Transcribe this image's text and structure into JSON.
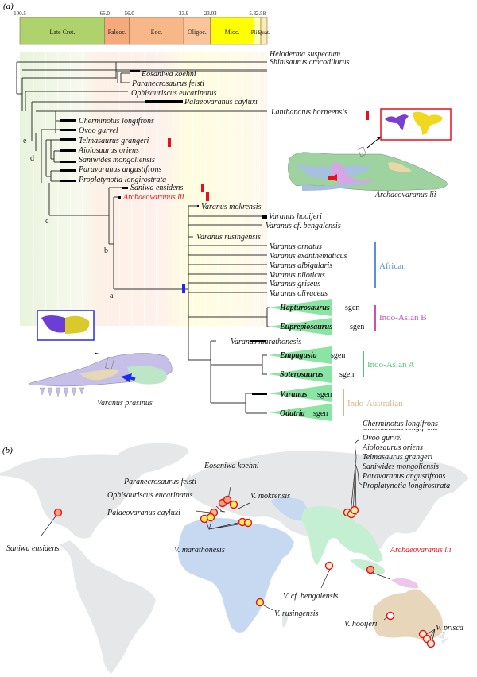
{
  "panel_a": {
    "label": "(a)",
    "timescale": {
      "ticks": [
        "100.5",
        "66.0",
        "56.0",
        "33.9",
        "23.03",
        "5.33",
        "2.58"
      ],
      "tick_ma": [
        100.5,
        66.0,
        56.0,
        33.9,
        23.03,
        5.33,
        2.58,
        0
      ],
      "periods": [
        {
          "name": "Late Cret.",
          "start": 100.5,
          "end": 66.0,
          "color": "#aed36c"
        },
        {
          "name": "Paleoc.",
          "start": 66.0,
          "end": 56.0,
          "color": "#f5a97c"
        },
        {
          "name": "Eoc.",
          "start": 56.0,
          "end": 33.9,
          "color": "#f8b788"
        },
        {
          "name": "Oligoc.",
          "start": 33.9,
          "end": 23.03,
          "color": "#fbc49a"
        },
        {
          "name": "Mioc.",
          "start": 23.03,
          "end": 5.33,
          "color": "#ffff00"
        },
        {
          "name": "Plioc.",
          "start": 5.33,
          "end": 2.58,
          "color": "#ffffad"
        },
        {
          "name": "Quat.",
          "start": 2.58,
          "end": 0,
          "color": "#fdebb5"
        }
      ]
    },
    "taxa": [
      {
        "name": "Heloderma suspectum"
      },
      {
        "name": "Shinisaurus crocodilurus"
      },
      {
        "name": "Eosaniwa koehni"
      },
      {
        "name": "Paranecrosaurus feisti"
      },
      {
        "name": "Ophisauriscus eucarinatus"
      },
      {
        "name": "Palaeovaranus cayluxi"
      },
      {
        "name": "Lanthanotus borneensis"
      },
      {
        "name": "Cherminotus longifrons"
      },
      {
        "name": "Ovoo gurvel"
      },
      {
        "name": "Telmasaurus grangeri"
      },
      {
        "name": "Aiolosaurus oriens"
      },
      {
        "name": "Saniwides mongoliensis"
      },
      {
        "name": "Paravaranus angustifrons"
      },
      {
        "name": "Proplatynotia longirostrata"
      },
      {
        "name": "Saniwa ensidens"
      },
      {
        "name": "Archaeovaranus lii",
        "highlight": true
      },
      {
        "name": "Varanus mokrensis"
      },
      {
        "name": "Varanus hooijeri"
      },
      {
        "name": "Varanus cf. bengalensis"
      },
      {
        "name": "Varanus rusingensis"
      },
      {
        "name": "Varanus ornatus"
      },
      {
        "name": "Varanus exanthematicus"
      },
      {
        "name": "Varanus albigularis"
      },
      {
        "name": "Varanus niloticus"
      },
      {
        "name": "Varanus griseus"
      },
      {
        "name": "Varanus olivaceus"
      },
      {
        "name": "Varanus marathonesis"
      }
    ],
    "subgenera": [
      {
        "name": "Hapturosaurus",
        "suffix": "sgen"
      },
      {
        "name": "Euprepiosaurus",
        "suffix": "sgen"
      },
      {
        "name": "Empagusia",
        "suffix": "sgen"
      },
      {
        "name": "Soterosaurus",
        "suffix": "sgen"
      },
      {
        "name": "Varanus",
        "suffix": "sgen"
      },
      {
        "name": "Odatria",
        "suffix": "sgen"
      }
    ],
    "node_labels": [
      "a",
      "b",
      "c",
      "d",
      "e"
    ],
    "groups": [
      {
        "name": "African",
        "color": "#5b8fd6"
      },
      {
        "name": "Indo-Asian B",
        "color": "#c84fb5"
      },
      {
        "name": "Indo-Asian A",
        "color": "#4cc774"
      },
      {
        "name": "Indo-Australian",
        "color": "#d9b48a"
      }
    ],
    "skull_captions": {
      "top": "Archaeovaranus lii",
      "bottom": "Varanus prasinus"
    },
    "highlight_color": "#e8101a"
  },
  "panel_b": {
    "label": "(b)",
    "region_colors": {
      "land": "#e6e7e9",
      "africa_westasia": "#c6d9f1",
      "indo_asian": "#c5efd3",
      "new_guinea": "#eec6ea",
      "australia": "#e7d6b9"
    },
    "localities": [
      {
        "label": "Saniwa ensidens"
      },
      {
        "label": "Eosaniwa koehni"
      },
      {
        "label": "Paranecrosaurus feisti"
      },
      {
        "label": "Ophisauriscus eucarinatus"
      },
      {
        "label": "V. mokrensis"
      },
      {
        "label": "Palaeovaranus cayluxi"
      },
      {
        "label": "V. marathonesis"
      },
      {
        "label": "Archaeovaranus lii",
        "highlight": true
      },
      {
        "label": "V. cf. bengalensis"
      },
      {
        "label": "V. rusingensis"
      },
      {
        "label": "V. hooijeri"
      },
      {
        "label": "V. prisca"
      }
    ],
    "mongolia_group": [
      "Cherminotus longifrons",
      "Ovoo gurvel",
      "Aiolosaurus oriens",
      "Telmasaurus grangeri",
      "Saniwides mongoliensis",
      "Paravaranus angustifrons",
      "Proplatynotia longirostrata"
    ]
  }
}
